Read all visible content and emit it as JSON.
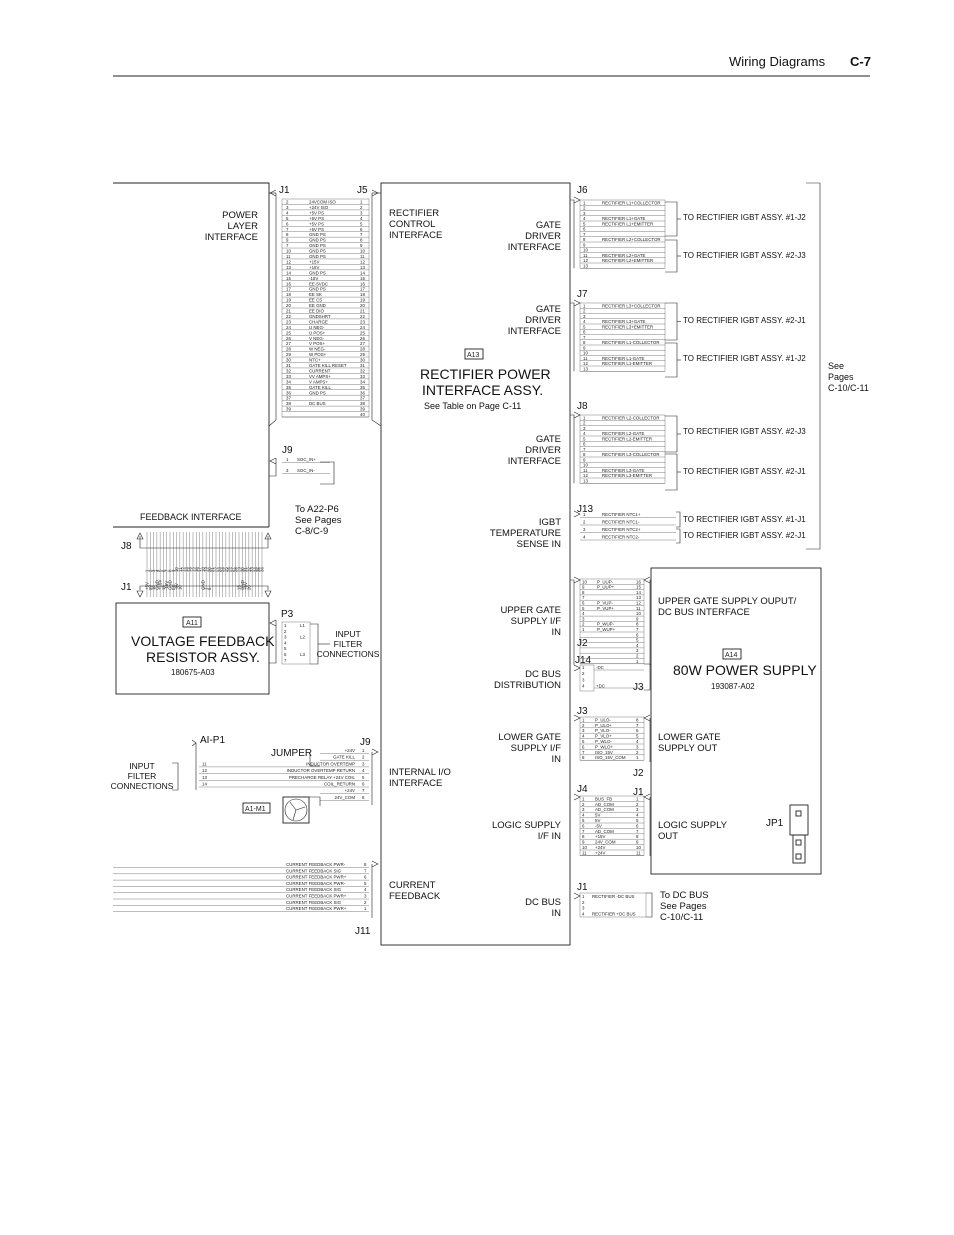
{
  "header": {
    "section": "Wiring Diagrams",
    "page": "C-7"
  },
  "blocks": {
    "a13": {
      "tag": "A13",
      "title1": "RECTIFIER POWER",
      "title2": "INTERFACE ASSY.",
      "subtitle": "See Table on Page C-11"
    },
    "a11": {
      "tag": "A11",
      "title1": "VOLTAGE FEEDBACK",
      "title2": "RESISTOR ASSY.",
      "part": "180675-A03"
    },
    "a14": {
      "tag": "A14",
      "title": "80W POWER SUPPLY",
      "part": "193087-A02"
    }
  },
  "connectors": {
    "j1": "J1",
    "j5": "J5",
    "j9": "J9",
    "j8": "J8",
    "j1b": "J1",
    "p3": "P3",
    "aip1": "AI-P1",
    "j9b": "J9",
    "j11": "J11",
    "j6": "J6",
    "j7": "J7",
    "j8b": "J8",
    "j13": "J13",
    "j2": "J2",
    "j14": "J14",
    "j3": "J3",
    "j3b": "J3",
    "j2b": "J2",
    "j4": "J4",
    "j1c": "J1",
    "j1d": "J1",
    "j3c": "J3",
    "jp1": "JP1",
    "a1m1": "A1-M1",
    "jumper": "JUMPER"
  },
  "labels": {
    "power_layer": [
      "POWER",
      "LAYER",
      "INTERFACE"
    ],
    "rect_control": [
      "RECTIFIER",
      "CONTROL",
      "INTERFACE"
    ],
    "gate1": [
      "GATE",
      "DRIVER",
      "INTERFACE"
    ],
    "gate2": [
      "GATE",
      "DRIVER",
      "INTERFACE"
    ],
    "gate3": [
      "GATE",
      "DRIVER",
      "INTERFACE"
    ],
    "igbt": [
      "IGBT",
      "TEMPERATURE",
      "SENSE IN"
    ],
    "ugs": [
      "UPPER GATE",
      "SUPPLY I/F",
      "IN"
    ],
    "dcbus": [
      "DC BUS",
      "DISTRIBUTION"
    ],
    "lgs": [
      "LOWER GATE",
      "SUPPLY I/F",
      "IN"
    ],
    "logic": [
      "LOGIC SUPPLY",
      "I/F IN"
    ],
    "dcbusin": [
      "DC BUS",
      "IN"
    ],
    "internal_io": [
      "INTERNAL I/O",
      "INTERFACE"
    ],
    "current_fb": [
      "CURRENT",
      "FEEDBACK"
    ],
    "feedback_if": "FEEDBACK INTERFACE",
    "to_a22": [
      "To A22-P6",
      "See Pages",
      "C-8/C-9"
    ],
    "input_filter_p3": [
      "INPUT",
      "FILTER",
      "CONNECTIONS"
    ],
    "input_filter_left": [
      "INPUT",
      "FILTER",
      "CONNECTIONS"
    ],
    "ugs_out": [
      "UPPER GATE SUPPLY OUPUT/",
      "DC BUS INTERFACE"
    ],
    "lgs_out": [
      "LOWER GATE",
      "SUPPLY OUT"
    ],
    "logic_out": [
      "LOGIC SUPPLY",
      "OUT"
    ],
    "to_dcbus": [
      "To DC BUS",
      "See Pages",
      "C-10/C-11"
    ],
    "see_pages": [
      "See",
      "Pages",
      "C-10/C-11"
    ]
  },
  "igbt_targets": [
    "TO RECTIFIER IGBT ASSY. #1-J2",
    "TO RECTIFIER IGBT ASSY. #2-J3",
    "TO RECTIFIER IGBT ASSY. #2-J1",
    "TO RECTIFIER IGBT ASSY. #1-J2",
    "TO RECTIFIER IGBT ASSY. #2-J3",
    "TO RECTIFIER IGBT ASSY. #2-J1",
    "TO RECTIFIER IGBT ASSY. #1-J1",
    "TO RECTIFIER IGBT ASSY. #2-J1"
  ],
  "j1_j5_rows": [
    [
      "2",
      "24VCOM ISO",
      "1"
    ],
    [
      "3",
      "+24V ISO",
      "2"
    ],
    [
      "4",
      "+5V PS",
      "3"
    ],
    [
      "5",
      "+5V PS",
      "4"
    ],
    [
      "6",
      "+5V PS",
      "5"
    ],
    [
      "7",
      "+5V PS",
      "6"
    ],
    [
      "8",
      "GND PS",
      "7"
    ],
    [
      "9",
      "GND PS",
      "8"
    ],
    [
      "7",
      "GND PS",
      "9"
    ],
    [
      "10",
      "GND PS",
      "10"
    ],
    [
      "11",
      "GND PS",
      "11"
    ],
    [
      "12",
      "+15V",
      "12"
    ],
    [
      "13",
      "+15V",
      "13"
    ],
    [
      "14",
      "GND PS",
      "14"
    ],
    [
      "15",
      "-15V",
      "15"
    ],
    [
      "16",
      "EE-5VDC",
      "16"
    ],
    [
      "17",
      "GND PS",
      "17"
    ],
    [
      "18",
      "EE SK",
      "18"
    ],
    [
      "19",
      "EE CS",
      "19"
    ],
    [
      "20",
      "EE GND",
      "20"
    ],
    [
      "21",
      "EE DIO",
      "21"
    ],
    [
      "22",
      "GNDSHRT",
      "22"
    ],
    [
      "23",
      "CHARGE",
      "23"
    ],
    [
      "24",
      "U NEG-",
      "24"
    ],
    [
      "25",
      "U POS+",
      "25"
    ],
    [
      "26",
      "V NEG-",
      "26"
    ],
    [
      "27",
      "V POS+",
      "27"
    ],
    [
      "28",
      "W NEG-",
      "28"
    ],
    [
      "29",
      "W POS+",
      "29"
    ],
    [
      "30",
      "NTC+",
      "30"
    ],
    [
      "31",
      "GATE KILL RESET",
      "31"
    ],
    [
      "32",
      "CURRENT",
      "32"
    ],
    [
      "33",
      "VV AMPS+",
      "33"
    ],
    [
      "34",
      "V AMPS+",
      "34"
    ],
    [
      "35",
      "GATE KILL",
      "35"
    ],
    [
      "36",
      "GND PS",
      "36"
    ],
    [
      "37",
      "",
      "37"
    ],
    [
      "38",
      "DC BUS",
      "38"
    ],
    [
      "39",
      "",
      "39"
    ],
    [
      "",
      "",
      "40"
    ]
  ],
  "j9_rows": [
    [
      "1",
      "SOC_IN+"
    ],
    [
      "3",
      "SOC_IN-"
    ]
  ],
  "j6_rows": [
    "RECTIFIER L1+COLLECTOR",
    "",
    "",
    "RECTIFIER L1+GATE",
    "RECTIFIER L1+EMITTER",
    "",
    "",
    "RECTIFIER L2+COLLECTOR",
    "",
    "",
    "RECTIFIER L2+GATE",
    "RECTIFIER L2+EMITTER",
    ""
  ],
  "j7_rows": [
    "RECTIFIER L3+COLLECTOR",
    "",
    "",
    "RECTIFIER L3+GATE",
    "RECTIFIER L3+EMITTER",
    "",
    "",
    "RECTIFIER L1-COLLECTOR",
    "",
    "",
    "RECTIFIER L1-GATE",
    "RECTIFIER L1-EMITTER",
    ""
  ],
  "j8_rows": [
    "RECTIFIER L2-COLLECTOR",
    "",
    "",
    "RECTIFIER L2-GATE",
    "RECTIFIER L2-EMITTER",
    "",
    "",
    "RECTIFIER L3-COLLECTOR",
    "",
    "",
    "RECTIFIER L3-GATE",
    "RECTIFIER L3-EMITTER",
    ""
  ],
  "j13_rows": [
    [
      "1",
      "RECTIFIER NTC1+"
    ],
    [
      "2",
      "RECTIFIER NTC1-"
    ],
    [
      "3",
      "RECTIFIER NTC2+"
    ],
    [
      "4",
      "RECTIFIER NTC2-"
    ]
  ],
  "j2_rows": [
    [
      "10",
      "P_UUP-",
      "16"
    ],
    [
      "9",
      "P_UUP+",
      "15"
    ],
    [
      "8",
      "",
      "14"
    ],
    [
      "7",
      "",
      "13"
    ],
    [
      "6",
      "P_VUP-",
      "12"
    ],
    [
      "5",
      "P_VUP+",
      "11"
    ],
    [
      "4",
      "",
      "10"
    ],
    [
      "3",
      "",
      "9"
    ],
    [
      "2",
      "P_WUP-",
      "8"
    ],
    [
      "1",
      "P_WUP+",
      "7"
    ],
    [
      "",
      "",
      "6"
    ],
    [
      "",
      "",
      "5"
    ],
    [
      "",
      "",
      "4"
    ],
    [
      "",
      "",
      "3"
    ],
    [
      "",
      "",
      "2"
    ],
    [
      "",
      "",
      "1"
    ]
  ],
  "j14_rows": [
    [
      "1",
      "-DC"
    ],
    [
      "2",
      ""
    ],
    [
      "3",
      ""
    ],
    [
      "4",
      "+DC"
    ]
  ],
  "j3_rows": [
    [
      "1",
      "P_ULO-",
      "8"
    ],
    [
      "2",
      "P_ULO+",
      "7"
    ],
    [
      "3",
      "P_VLO-",
      "6"
    ],
    [
      "4",
      "P_VLO+",
      "5"
    ],
    [
      "5",
      "P_WLO-",
      "4"
    ],
    [
      "6",
      "P_WLO+",
      "3"
    ],
    [
      "7",
      "ISO_15V",
      "2"
    ],
    [
      "8",
      "ISO_15V_COM",
      "1"
    ]
  ],
  "j4_rows": [
    [
      "1",
      "BUS_FB",
      "1"
    ],
    [
      "2",
      "AD_COM",
      "2"
    ],
    [
      "3",
      "AD_COM",
      "3"
    ],
    [
      "4",
      "5V",
      "4"
    ],
    [
      "5",
      "5V",
      "5"
    ],
    [
      "6",
      "-5V",
      "6"
    ],
    [
      "7",
      "AD_COM",
      "7"
    ],
    [
      "8",
      "+15V",
      "8"
    ],
    [
      "9",
      "24V_COM",
      "9"
    ],
    [
      "10",
      "+24V",
      "10"
    ],
    [
      "11",
      "+24V",
      "11"
    ]
  ],
  "j1c_rows": [
    [
      "1",
      "RECTIFIER -DC BUS"
    ],
    [
      "2",
      ""
    ],
    [
      "3",
      ""
    ],
    [
      "4",
      "RECTIFIER +DC BUS"
    ]
  ],
  "j9b_rows": [
    [
      "",
      "+24V",
      "1"
    ],
    [
      "",
      "GATE KILL",
      "2"
    ],
    [
      "11",
      "INDUCTOR OVERTEMP",
      "3"
    ],
    [
      "12",
      "INDUCTOR OVERTEMP RETURN",
      "4"
    ],
    [
      "13",
      "PRECHARGE RELAY +24V COIL",
      "5"
    ],
    [
      "14",
      "COIL_RETURN",
      "6"
    ],
    [
      "",
      "+24V",
      "7"
    ],
    [
      "",
      "24V_COM",
      "8"
    ]
  ],
  "j11_rows": [
    [
      "CURRENT FEEDBACK PWR-",
      "8"
    ],
    [
      "CURRENT FEEDBACK SIG",
      "7"
    ],
    [
      "CURRENT FEEDBACK PWR+",
      "6"
    ],
    [
      "CURRENT FEEDBACK PWR-",
      "5"
    ],
    [
      "CURRENT FEEDBACK SIG",
      "4"
    ],
    [
      "CURRENT FEEDBACK PWR+",
      "3"
    ],
    [
      "CURRENT FEEDBACK SIG",
      "2"
    ],
    [
      "CURRENT FEEDBACK PWR+",
      "1"
    ]
  ],
  "p3_rows": [
    [
      "1",
      "L1"
    ],
    [
      "2",
      ""
    ],
    [
      "3",
      "L2"
    ],
    [
      "4",
      ""
    ],
    [
      "5",
      ""
    ],
    [
      "6",
      "L3"
    ],
    [
      "7",
      ""
    ]
  ],
  "j8_pins": [
    "1",
    "2",
    "3",
    "4",
    "5",
    "6",
    "7",
    "8",
    "9",
    "10",
    "11",
    "12",
    "13",
    "14",
    "15",
    "16",
    "17",
    "18",
    "19",
    "20",
    "21",
    "22",
    "23",
    "24",
    "25",
    "26",
    "27",
    "28",
    "29",
    "30",
    "31",
    "32",
    "33",
    "34",
    "35",
    "36"
  ],
  "j8_signals": [
    "+5V",
    "5V",
    "10",
    "GND",
    "+15V",
    "15",
    "-15V",
    "GND",
    "EE",
    "-5V",
    "10",
    "",
    "",
    "",
    "",
    "",
    "",
    "GND",
    "1",
    "5",
    "",
    "",
    "",
    "",
    "",
    "",
    "",
    "",
    "15",
    "GND",
    "+5V",
    "20",
    "",
    "",
    "",
    ""
  ]
}
